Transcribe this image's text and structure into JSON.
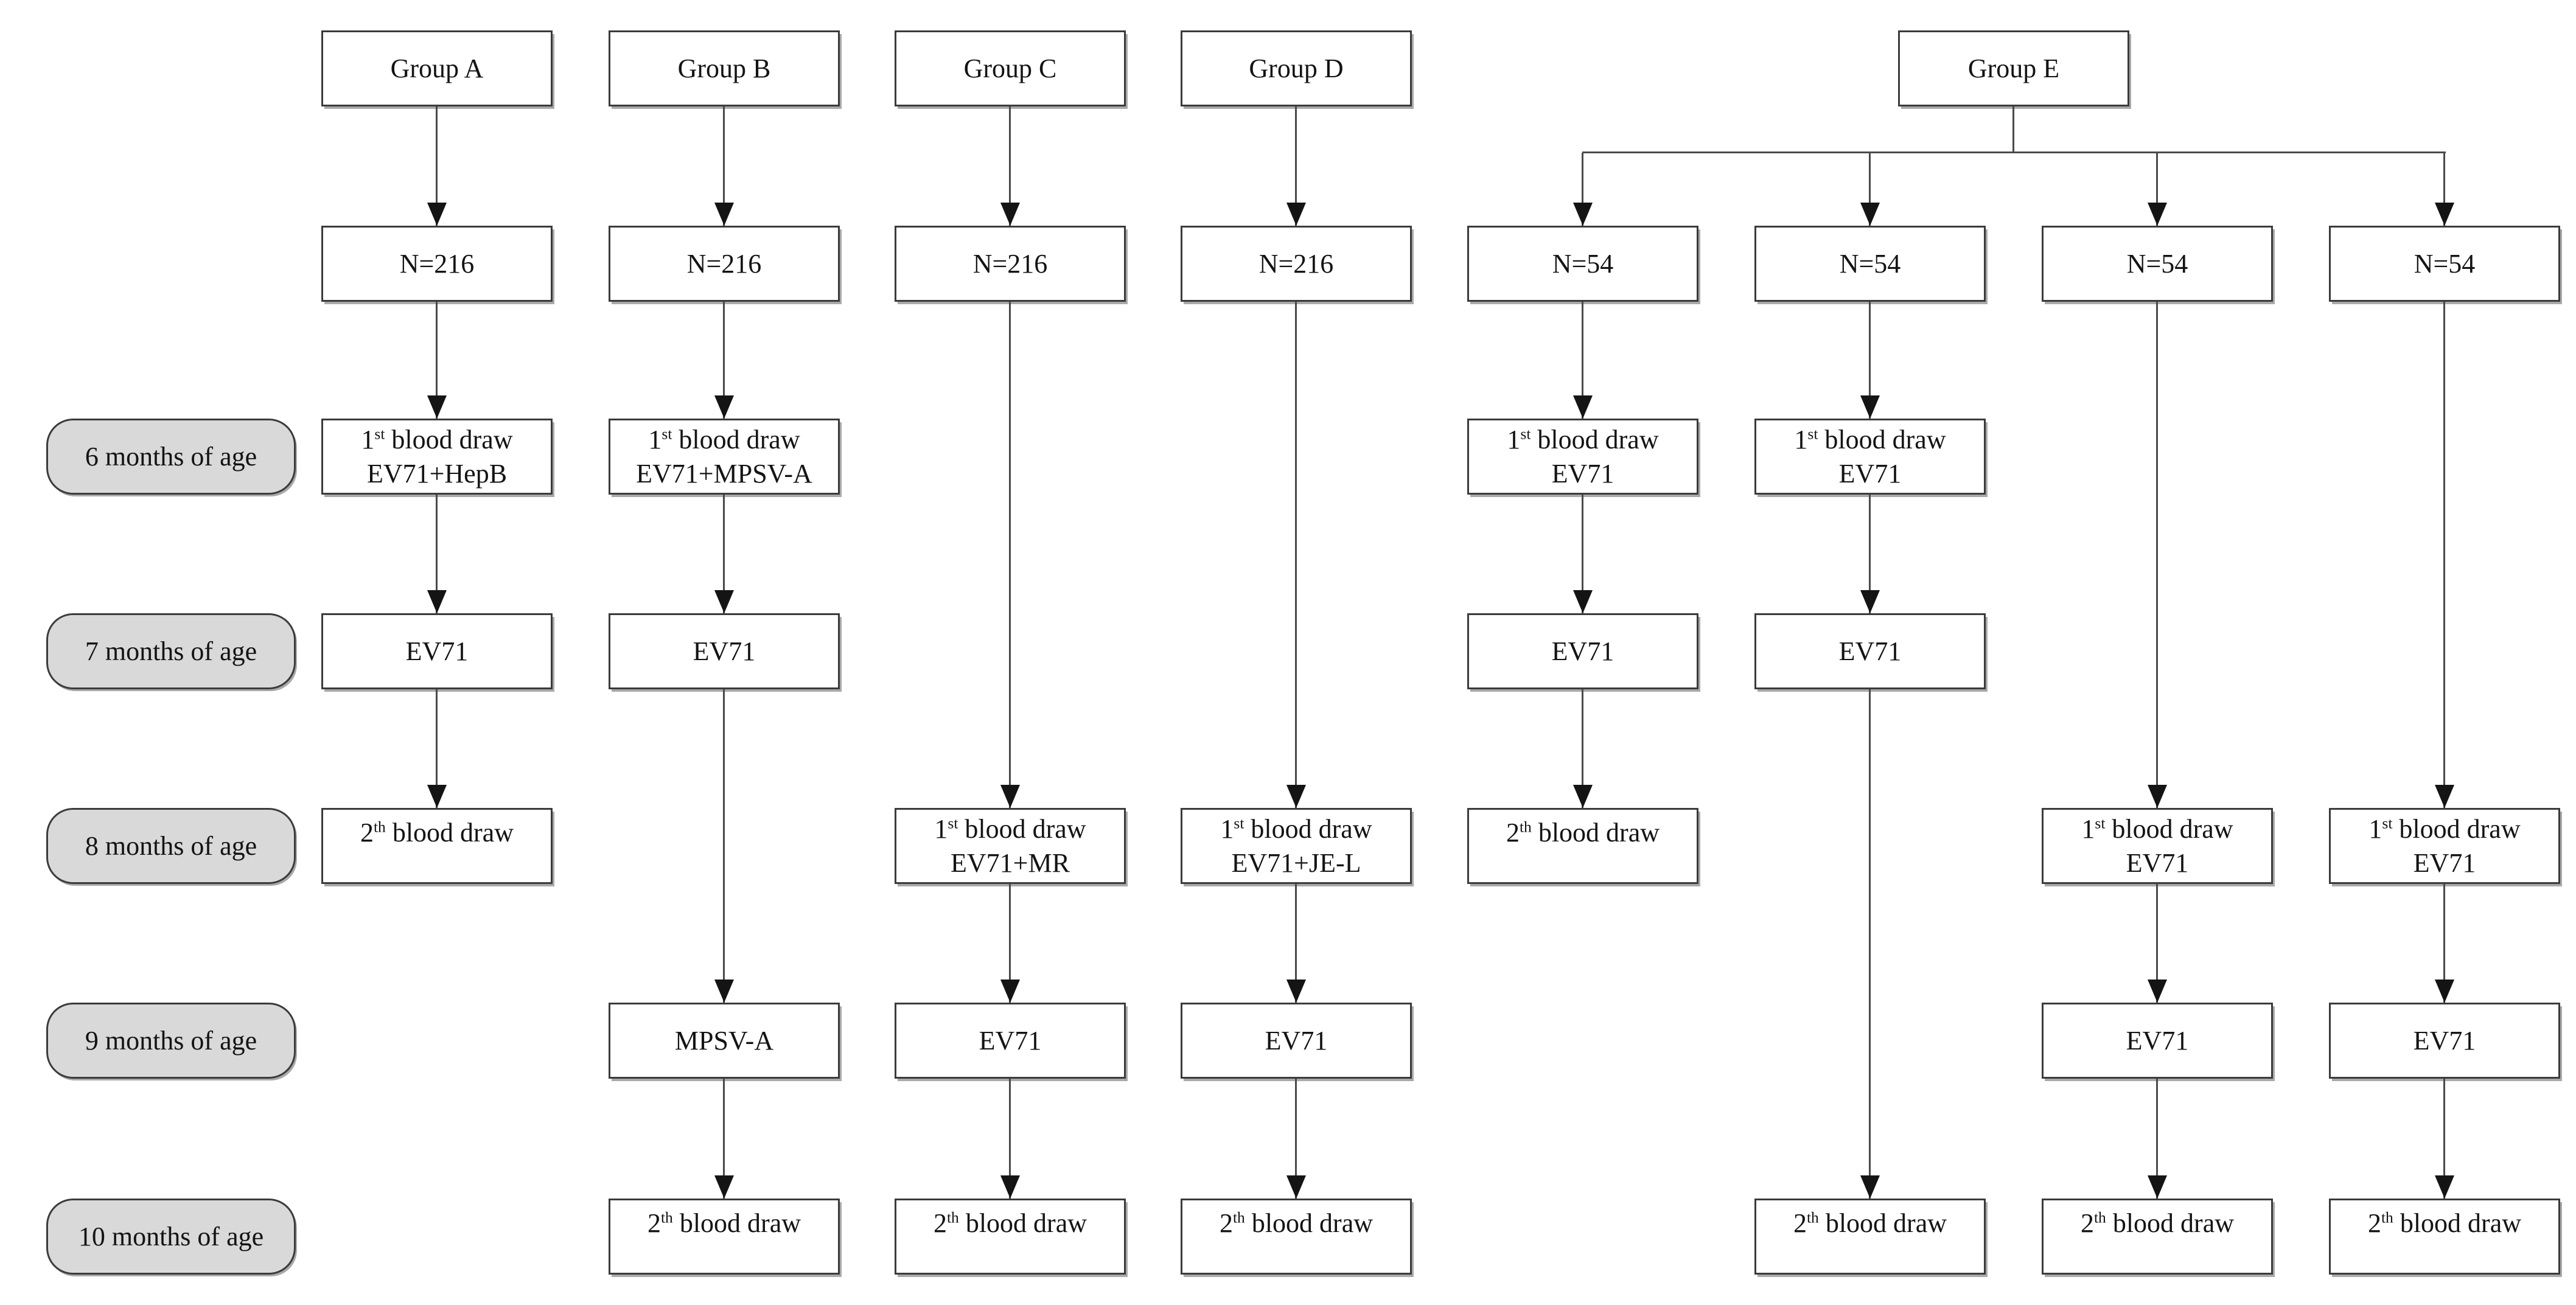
{
  "palette": {
    "background": "#ffffff",
    "box_fill": "#ffffff",
    "box_border": "#3b3b3b",
    "pill_fill": "#d9d9d9",
    "pill_border": "#3b3b3b",
    "line_color": "#4a4a4a",
    "arrow_color": "#141414",
    "text_color": "#141414",
    "shadow_color": "#a9a9a9"
  },
  "age_labels": [
    {
      "label": "6 months of age"
    },
    {
      "label": "7 months of age"
    },
    {
      "label": "8 months of age"
    },
    {
      "label": "9 months of age"
    },
    {
      "label": "10 months of age"
    }
  ],
  "cols": {
    "a": {
      "header": "Group A",
      "n": "N=216",
      "m6": {
        "base": "1",
        "sup": "st",
        "rest": " blood draw",
        "line2": "EV71+HepB"
      },
      "m7": "EV71",
      "m8": {
        "base": "2",
        "sup": "th",
        "rest": " blood draw"
      }
    },
    "b": {
      "header": "Group B",
      "n": "N=216",
      "m6": {
        "base": "1",
        "sup": "st",
        "rest": " blood draw",
        "line2": "EV71+MPSV-A"
      },
      "m7": "EV71",
      "m9": "MPSV-A",
      "m10": {
        "base": "2",
        "sup": "th",
        "rest": " blood draw"
      }
    },
    "c": {
      "header": "Group C",
      "n": "N=216",
      "m8": {
        "base": "1",
        "sup": "st",
        "rest": " blood draw",
        "line2": "EV71+MR"
      },
      "m9": "EV71",
      "m10": {
        "base": "2",
        "sup": "th",
        "rest": " blood draw"
      }
    },
    "d": {
      "header": "Group D",
      "n": "N=216",
      "m8": {
        "base": "1",
        "sup": "st",
        "rest": " blood draw",
        "line2": "EV71+JE-L"
      },
      "m9": "EV71",
      "m10": {
        "base": "2",
        "sup": "th",
        "rest": " blood draw"
      }
    },
    "e": {
      "header": "Group E",
      "b1": {
        "n": "N=54",
        "m6": {
          "base": "1",
          "sup": "st",
          "rest": " blood draw",
          "line2": "EV71"
        },
        "m7": "EV71",
        "m8": {
          "base": "2",
          "sup": "th",
          "rest": " blood draw"
        }
      },
      "b2": {
        "n": "N=54",
        "m6": {
          "base": "1",
          "sup": "st",
          "rest": " blood draw",
          "line2": "EV71"
        },
        "m7": "EV71",
        "m10": {
          "base": "2",
          "sup": "th",
          "rest": " blood draw"
        }
      },
      "b3": {
        "n": "N=54",
        "m8": {
          "base": "1",
          "sup": "st",
          "rest": " blood draw",
          "line2": "EV71"
        },
        "m9": "EV71",
        "m10": {
          "base": "2",
          "sup": "th",
          "rest": " blood draw"
        }
      },
      "b4": {
        "n": "N=54",
        "m8": {
          "base": "1",
          "sup": "st",
          "rest": " blood draw",
          "line2": "EV71"
        },
        "m9": "EV71",
        "m10": {
          "base": "2",
          "sup": "th",
          "rest": " blood draw"
        }
      }
    }
  }
}
